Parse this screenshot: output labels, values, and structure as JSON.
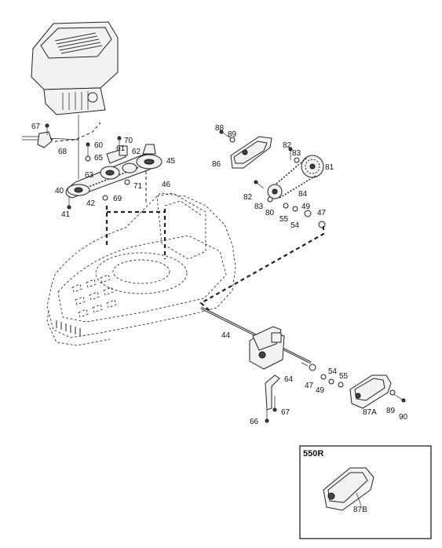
{
  "inset": {
    "title": "550R",
    "part": "87B"
  },
  "labels": [
    "67",
    "68",
    "60",
    "61",
    "70",
    "65",
    "62",
    "45",
    "63",
    "71",
    "46",
    "40",
    "42",
    "69",
    "41",
    "88",
    "89",
    "86",
    "82",
    "83",
    "81",
    "82",
    "84",
    "83",
    "80",
    "55",
    "49",
    "54",
    "47",
    "44",
    "47",
    "49",
    "54",
    "55",
    "64",
    "67",
    "66",
    "87A",
    "89",
    "90"
  ]
}
